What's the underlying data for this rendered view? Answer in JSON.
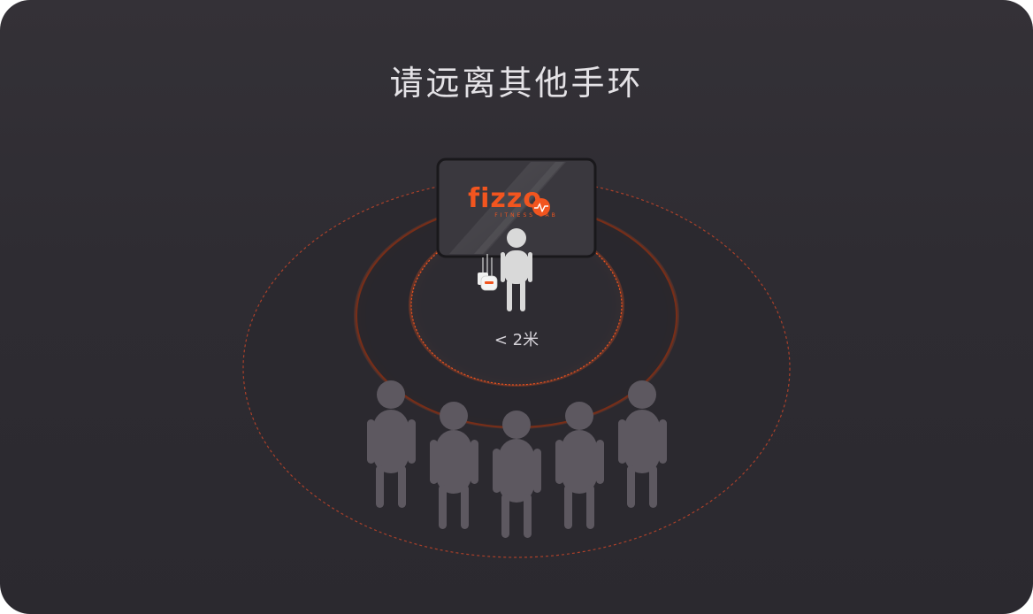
{
  "dialog": {
    "title": "请远离其他手环",
    "distance_label": "< 2米"
  },
  "screen": {
    "brand_name": "fizzo",
    "brand_subtitle": "FITNESS LAB"
  },
  "colors": {
    "background": "#302e34",
    "accent": "#f2551f",
    "person_near": "#d9d9d9",
    "person_far": "#5d5860"
  },
  "icons": {
    "tv": "tv-screen-icon",
    "router": "router-icon",
    "person": "person-icon"
  }
}
